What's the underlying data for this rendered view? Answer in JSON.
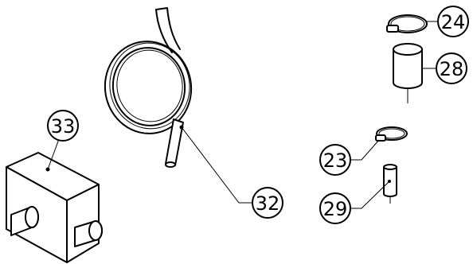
{
  "callouts": [
    {
      "id": "c33",
      "label": "33"
    },
    {
      "id": "c32",
      "label": "32"
    },
    {
      "id": "c24",
      "label": "24"
    },
    {
      "id": "c28",
      "label": "28"
    },
    {
      "id": "c23",
      "label": "23"
    },
    {
      "id": "c29",
      "label": "29"
    }
  ],
  "colors": {
    "ink": "#000000",
    "paper": "#ffffff"
  }
}
